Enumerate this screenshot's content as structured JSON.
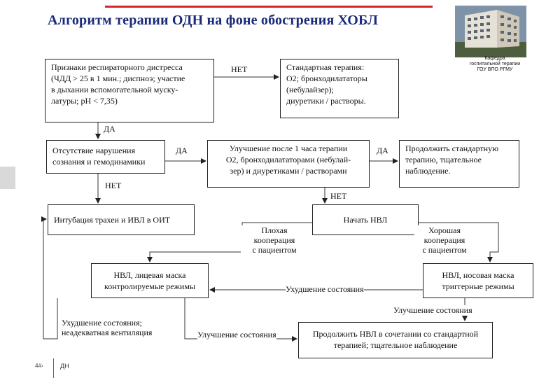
{
  "title": "Алгоритм терапии ОДН на фоне обострения ХОБЛ",
  "department": [
    "Кафедра",
    "госпитальной терапии",
    "ГОУ ВПО РГМУ"
  ],
  "boxes": {
    "resp_distress": [
      "Признаки респираторного дистресса",
      "(ЧДД > 25 в 1 мин.; диспноэ; участие",
      "в дыхании вспомогательной муску-",
      "латуры; pH < 7,35)"
    ],
    "standard_therapy": [
      "Стандартная терапия:",
      "O2; бронходилататоры",
      "(небулайзер);",
      "диуретики / растворы."
    ],
    "no_consciousness": [
      "Отсутствие нарушения",
      "сознания и гемодинамики"
    ],
    "improvement_1h": [
      "Улучшение после 1 часа терапии",
      "O2, бронходилататорами (небулай-",
      "зер) и диуретиками / растворами"
    ],
    "continue_standard": [
      "Продолжить стандартную",
      "терапию, тщательное",
      "наблюдение."
    ],
    "intubation": [
      "Интубация трахеи и ИВЛ в ОИТ"
    ],
    "start_nivl": [
      "Начать НВЛ"
    ],
    "face_mask": [
      "НВЛ, лицевая маска",
      "контролируемые режимы"
    ],
    "nasal_mask": [
      "НВЛ, носовая маска",
      "триггерные режимы"
    ],
    "continue_nivl": [
      "Продолжить НВЛ в сочетании со стандартной",
      "терапией;  тщательное наблюдение"
    ]
  },
  "labels": {
    "net1": "НЕТ",
    "da1": "ДА",
    "da2": "ДА",
    "da3": "ДА",
    "net2": "НЕТ",
    "net3": "НЕТ",
    "poor_coop": [
      "Плохая",
      "кооперация",
      "с пациентом"
    ],
    "good_coop": [
      "Хорошая",
      "кооперация",
      "с пациентом"
    ],
    "worsening_mid": "Ухудшение состояния",
    "worsening_right": "Улучшение состояния",
    "worsening_left": [
      "Ухудшение состояния;",
      "неадекватная вентиляция"
    ],
    "improvement_bottom": "Улучшение состояния"
  },
  "footer": {
    "num": "4#›",
    "text": "ДН"
  }
}
